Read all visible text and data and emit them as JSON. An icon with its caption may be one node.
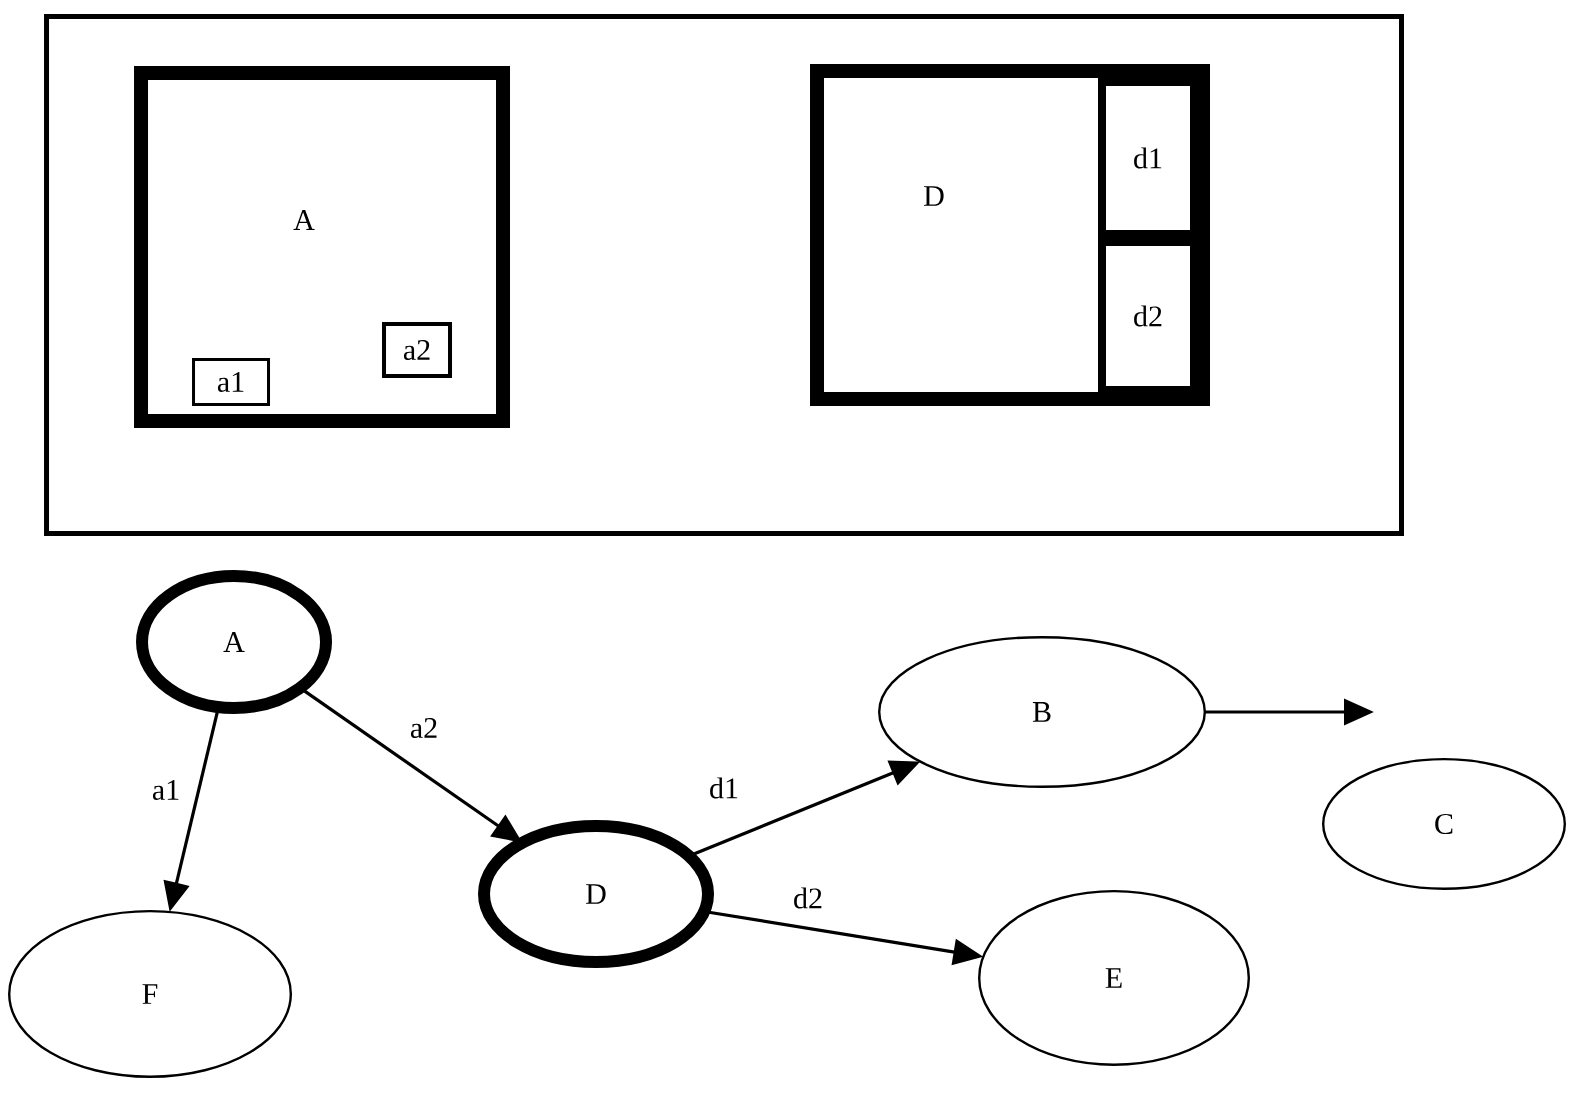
{
  "diagram": {
    "nodes": [
      {
        "text": [],
        "shape": "box"
      },
      {
        "text": [
          "A"
        ],
        "in": 0
      },
      {
        "text": [
          "a1"
        ],
        "in": 1
      },
      {
        "text": [
          "a2"
        ],
        "in": 1
      },
      {
        "text": [
          "D"
        ],
        "in": 0
      },
      {
        "text": [
          "d1"
        ],
        "in": 4
      },
      {
        "text": [
          "d2"
        ],
        "in": 4
      },
      {
        "text": [
          "A"
        ]
      },
      {
        "text": [
          "B"
        ]
      },
      {
        "text": [
          "C"
        ]
      },
      {
        "text": [
          "D"
        ]
      },
      {
        "text": [
          "E"
        ]
      },
      {
        "text": [
          "F"
        ]
      }
    ],
    "edges": [
      {
        "from": 7,
        "to": 12,
        "arrow": "to",
        "label": "a1"
      },
      {
        "from": 7,
        "to": 10,
        "arrow": "to",
        "label": "a2"
      },
      {
        "from": 10,
        "to": 8,
        "arrow": "to",
        "label": "d1"
      },
      {
        "from": 10,
        "to": 11,
        "arrow": "to",
        "label": "d2"
      },
      {
        "from": 8,
        "to": null,
        "arrow": "to"
      }
    ]
  }
}
